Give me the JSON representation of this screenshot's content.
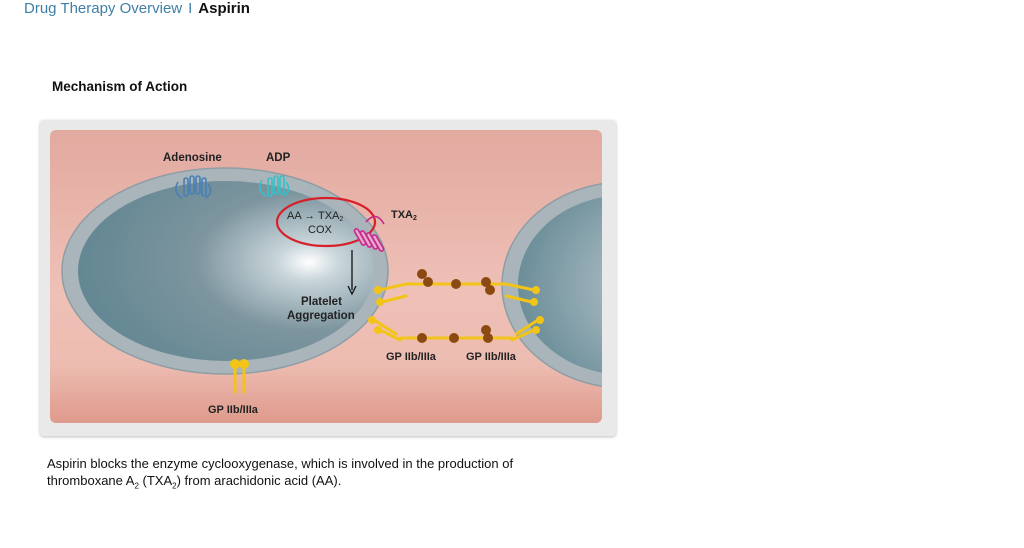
{
  "header": {
    "title": "Drug Therapy Overview",
    "separator": "I",
    "drug": "Aspirin"
  },
  "section": {
    "title": "Mechanism of Action"
  },
  "diagram": {
    "labels": {
      "adenosine": "Adenosine",
      "adp": "ADP",
      "pathway_aa": "AA → TXA",
      "pathway_sub": "2",
      "cox": "COX",
      "txa": "TXA",
      "txa_sub": "2",
      "platelet": "Platelet",
      "aggregation": "Aggregation",
      "gp_1": "GP IIb/IIIa",
      "gp_2": "GP IIb/IIIa",
      "gp_3": "GP IIb/IIIa"
    }
  },
  "caption": {
    "line1": "Aspirin blocks the enzyme cyclooxygenase, which is involved in the production of",
    "line2_a": "thromboxane A",
    "line2_sub1": "2",
    "line2_b": " (TXA",
    "line2_sub2": "2",
    "line2_c": ") from arachidonic acid (AA)."
  },
  "colors": {
    "header_blue": "#3f7fa6",
    "inhibition_ring": "#d8202a",
    "gp_yellow": "#f2c418",
    "gp_brown": "#8a4a12"
  }
}
